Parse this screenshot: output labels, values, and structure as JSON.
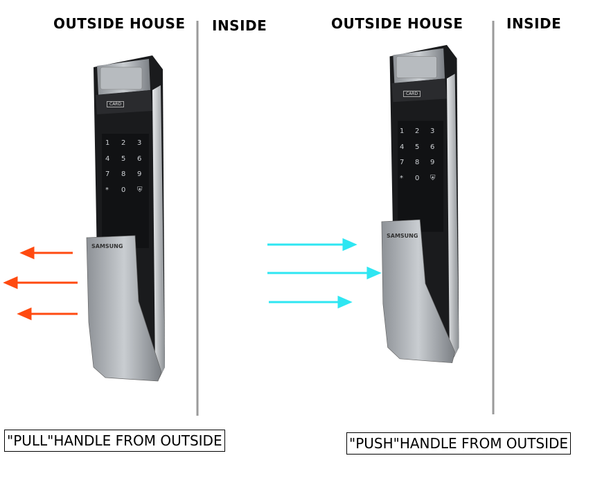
{
  "left_panel": {
    "outside_label": "OUTSIDE HOUSE",
    "inside_label": "INSIDE",
    "caption": "\"PULL\"HANDLE FROM OUTSIDE",
    "arrow_color": "#ff4a10",
    "arrow_direction": "left"
  },
  "right_panel": {
    "outside_label": "OUTSIDE HOUSE",
    "inside_label": "INSIDE",
    "caption": "\"PUSH\"HANDLE FROM OUTSIDE",
    "arrow_color": "#2ee6f2",
    "arrow_direction": "right"
  },
  "lock": {
    "brand": "SAMSUNG",
    "card_label": "CARD",
    "keypad": [
      "1",
      "2",
      "3",
      "4",
      "5",
      "6",
      "7",
      "8",
      "9",
      "*",
      "0",
      "⛨"
    ]
  }
}
